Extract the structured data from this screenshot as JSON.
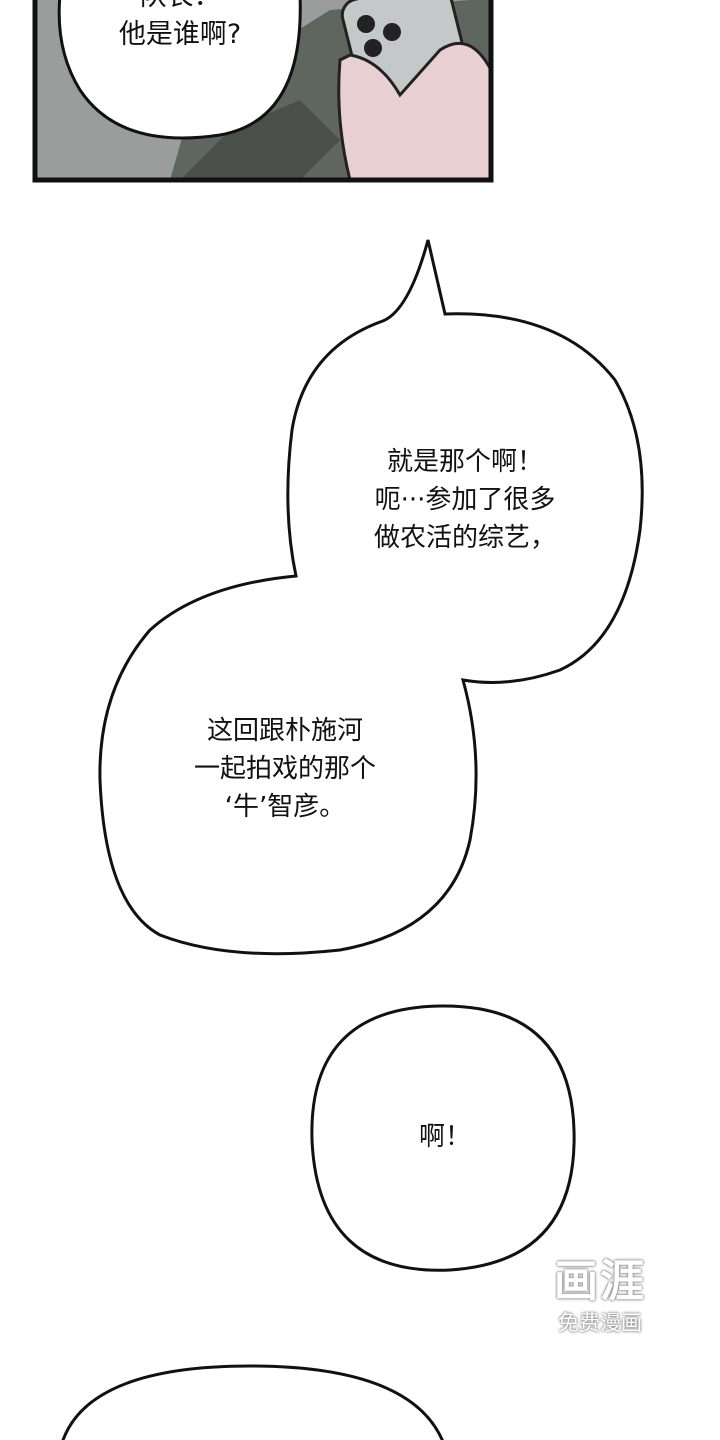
{
  "panel": {
    "bubble_lines": [
      "队长：",
      "他是谁啊?"
    ]
  },
  "bubble_large": {
    "upper_lines": [
      "就是那个啊！",
      "呃···参加了很多",
      "做农活的综艺，"
    ],
    "lower_lines": [
      "这回跟朴施河",
      "一起拍戏的那个",
      "‘牛’智彦。"
    ]
  },
  "bubble_small": {
    "lines": [
      "啊！"
    ]
  },
  "watermark": {
    "logo": "画涯",
    "tagline": "免费漫画"
  },
  "colors": {
    "ink": "#111111",
    "panel_bg": "#8f9490",
    "jacket": "#5d635e",
    "skin": "#e8cfcf",
    "phone": "#c9cccc"
  }
}
